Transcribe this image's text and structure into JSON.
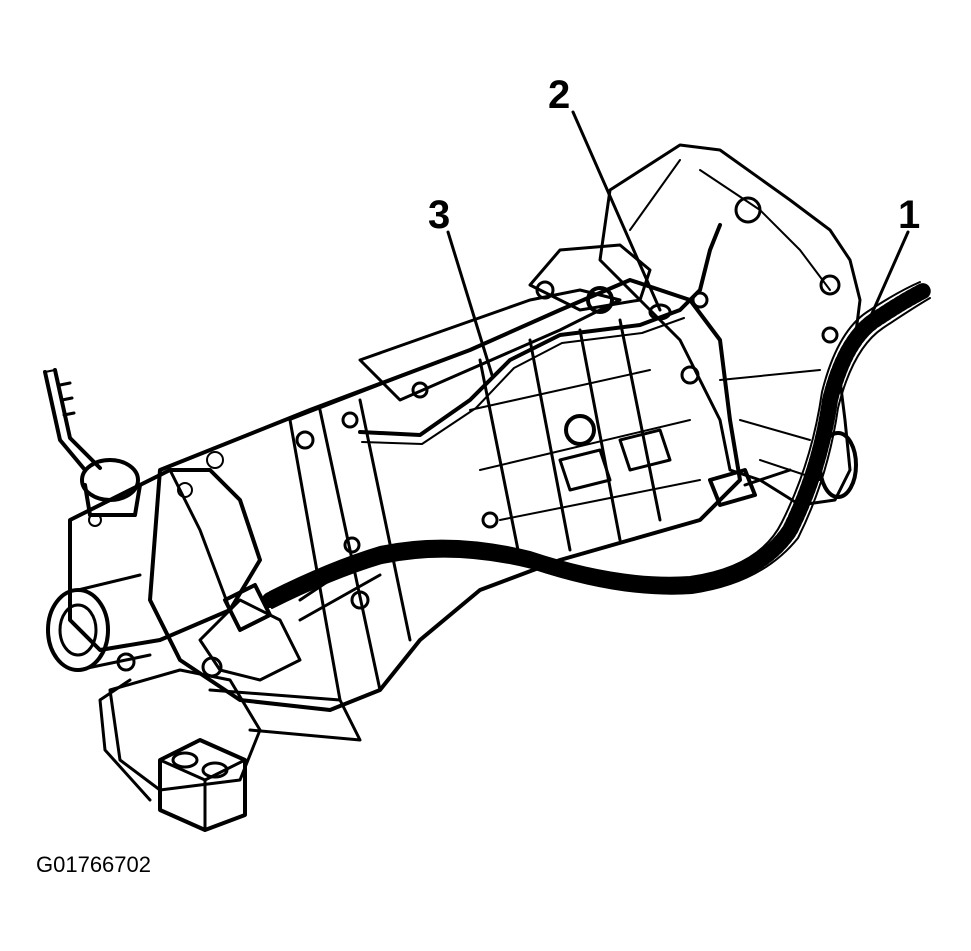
{
  "figure_id": "G01766702",
  "callouts": [
    {
      "label": "1"
    },
    {
      "label": "2"
    },
    {
      "label": "3"
    }
  ],
  "colors": {
    "ink": "#000000",
    "background": "#ffffff"
  }
}
